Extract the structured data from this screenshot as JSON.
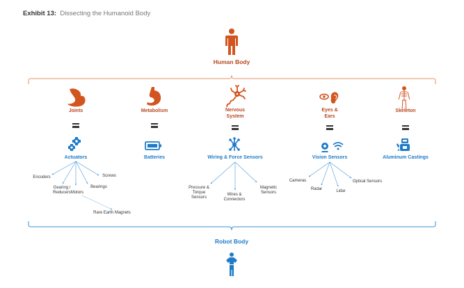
{
  "exhibit": {
    "number_label": "Exhibit 13:",
    "title": "Dissecting the Humanoid Body"
  },
  "colors": {
    "human": "#d2541f",
    "human_text": "#b8471f",
    "robot": "#1f7bc8",
    "bracket_human": "#e0906a",
    "bracket_robot": "#3a8fd0"
  },
  "human_body": {
    "label": "Human Body",
    "icon": "person-icon"
  },
  "robot_body": {
    "label": "Robot Body",
    "icon": "robot-figure-icon"
  },
  "columns": [
    {
      "human_part": "Joints",
      "human_icon": "flexed-arm-icon",
      "robot_part": "Actuators",
      "robot_icon": "gears-icon",
      "components": [
        "Encoders",
        "Gearing / Reducers",
        "Motors",
        "Bearings",
        "Screws"
      ],
      "sub_components": {
        "Motors": [
          "Rare Earth Magnets"
        ]
      }
    },
    {
      "human_part": "Metabolism",
      "human_icon": "stomach-icon",
      "robot_part": "Batteries",
      "robot_icon": "battery-icon",
      "components": []
    },
    {
      "human_part": "Nervous System",
      "human_icon": "neuron-icon",
      "robot_part": "Wiring & Force Sensors",
      "robot_icon": "network-icon",
      "components": [
        "Pressure & Torque Sensors",
        "Wires & Connectors",
        "Magnetic Sensors"
      ]
    },
    {
      "human_part": "Eyes & Ears",
      "human_icon": "eye-ear-icon",
      "robot_part": "Vision Sensors",
      "robot_icon": "camera-wifi-icon",
      "components": [
        "Cameras",
        "Radar",
        "Lidar",
        "Optical Sensors"
      ]
    },
    {
      "human_part": "Skeleton",
      "human_icon": "skeleton-icon",
      "robot_part": "Aluminum Castings",
      "robot_icon": "robot-casting-icon",
      "components": []
    }
  ],
  "text": {
    "joints": "Joints",
    "metabolism": "Metabolism",
    "nervous_1": "Nervous",
    "nervous_2": "System",
    "eyes_1": "Eyes &",
    "eyes_2": "Ears",
    "skeleton": "Skeleton",
    "actuators": "Actuators",
    "batteries": "Batteries",
    "wiring": "Wiring & Force Sensors",
    "vision": "Vision Sensors",
    "aluminum": "Aluminum Castings",
    "encoders": "Encoders",
    "gearing_1": "Gearing /",
    "gearing_2": "Reducers",
    "motors": "Motors",
    "bearings": "Bearings",
    "screws": "Screws",
    "rare_earth": "Rare Earth Magnets",
    "pressure_1": "Pressure &",
    "pressure_2": "Torque",
    "pressure_3": "Sensors",
    "wires_1": "Wires &",
    "wires_2": "Connectors",
    "magnetic_1": "Magnetic",
    "magnetic_2": "Sensors",
    "cameras": "Cameras",
    "radar": "Radar",
    "lidar": "Lidar",
    "optical": "Optical Sensors"
  }
}
